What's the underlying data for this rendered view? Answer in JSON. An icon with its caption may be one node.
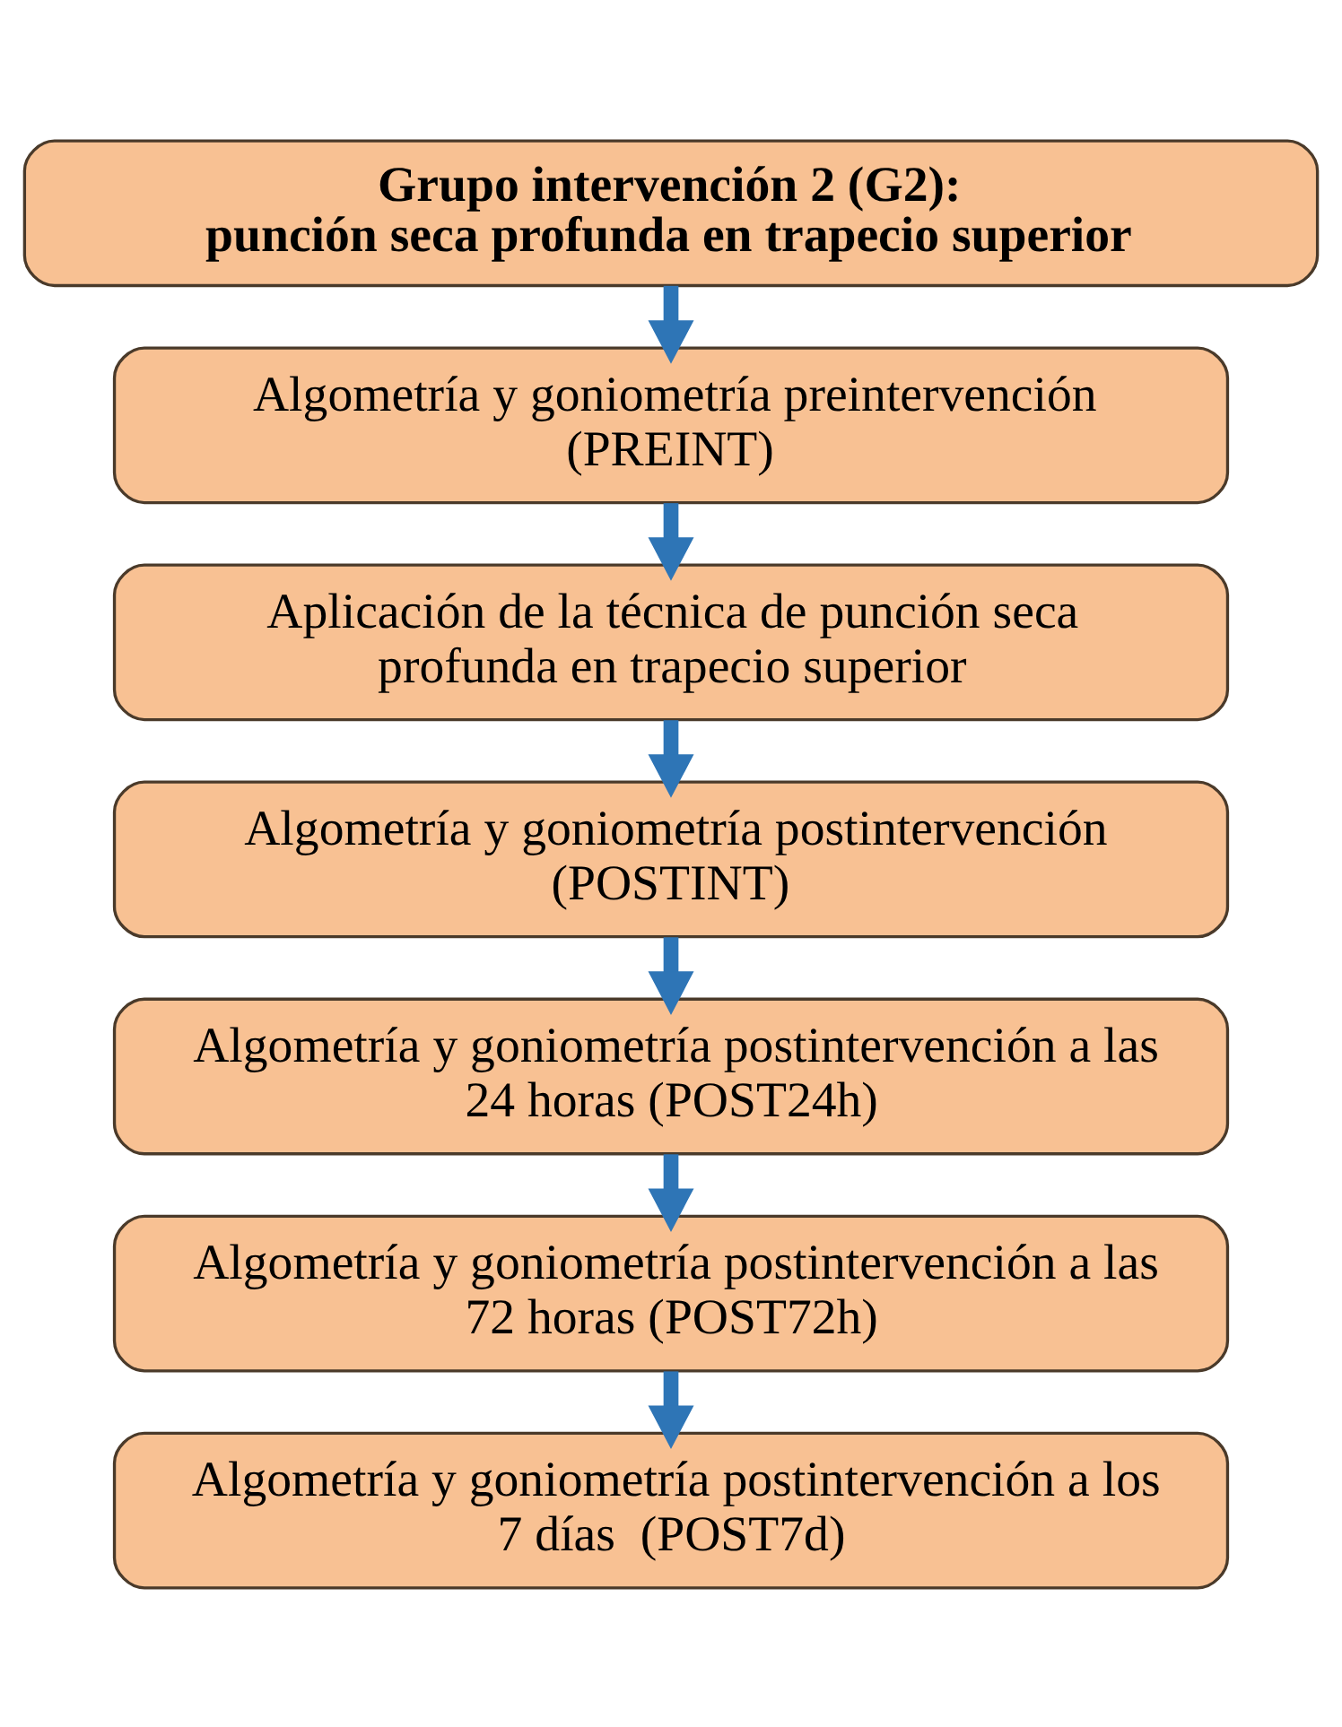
{
  "diagram": {
    "nodes": [
      {
        "text": [
          "Grupo intervención 2 (G2):",
          "punción seca profunda en trapecio superior"
        ]
      },
      {
        "text": [
          "Algometría y goniometría preintervención (PREINT)"
        ]
      },
      {
        "text": [
          "Aplicación de la técnica de punción seca profunda en trapecio superior"
        ]
      },
      {
        "text": [
          "Algometría y goniometría postintervención (POSTINT)"
        ]
      },
      {
        "text": [
          "Algometría y goniometría postintervención a las 24 horas (POST24h)"
        ]
      },
      {
        "text": [
          "Algometría y goniometría postintervención a las 72 horas (POST72h)"
        ]
      },
      {
        "text": [
          "Algometría y goniometría postintervención a los 7 días  (POST7d)"
        ]
      }
    ],
    "edges": [
      {
        "from": 0,
        "to": 1,
        "arrow": "to"
      },
      {
        "from": 1,
        "to": 2,
        "arrow": "to"
      },
      {
        "from": 2,
        "to": 3,
        "arrow": "to"
      },
      {
        "from": 3,
        "to": 4,
        "arrow": "to"
      },
      {
        "from": 4,
        "to": 5,
        "arrow": "to"
      },
      {
        "from": 5,
        "to": 6,
        "arrow": "to"
      }
    ]
  }
}
